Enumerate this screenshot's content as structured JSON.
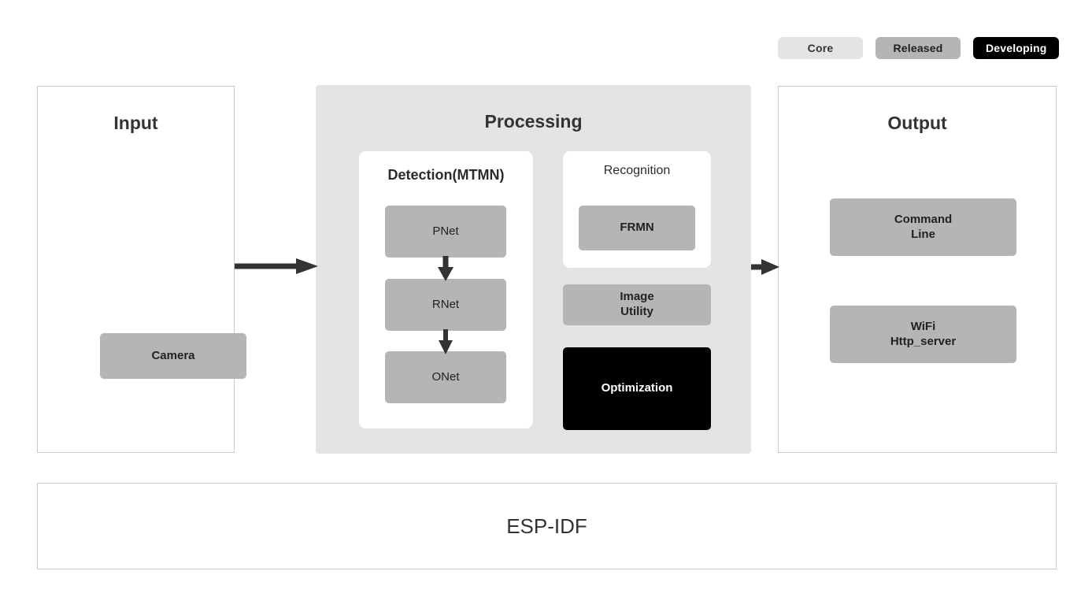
{
  "legend": {
    "items": [
      {
        "label": "Core",
        "status": "core",
        "color": "#e4e4e4"
      },
      {
        "label": "Released",
        "status": "released",
        "color": "#b5b5b5"
      },
      {
        "label": "Developing",
        "status": "developing",
        "color": "#000000"
      }
    ]
  },
  "panels": {
    "input": {
      "title": "Input",
      "blocks": [
        {
          "label": "Camera",
          "status": "released"
        }
      ]
    },
    "processing": {
      "title": "Processing",
      "detection": {
        "title": "Detection(MTMN)",
        "blocks": [
          {
            "label": "PNet",
            "status": "released"
          },
          {
            "label": "RNet",
            "status": "released"
          },
          {
            "label": "ONet",
            "status": "released"
          }
        ]
      },
      "recognition": {
        "title": "Recognition",
        "blocks": [
          {
            "label": "FRMN",
            "status": "released"
          }
        ]
      },
      "extras": [
        {
          "label_line1": "Image",
          "label_line2": "Utility",
          "status": "released"
        },
        {
          "label_line1": "Optimization",
          "label_line2": "",
          "status": "developing"
        }
      ]
    },
    "output": {
      "title": "Output",
      "blocks": [
        {
          "label_line1": "Command",
          "label_line2": "Line",
          "status": "released"
        },
        {
          "label_line1": "WiFi",
          "label_line2": "Http_server",
          "status": "released"
        }
      ]
    },
    "foundation": {
      "title": "ESP-IDF"
    }
  },
  "flow": {
    "arrows": [
      {
        "from": "input",
        "to": "processing",
        "direction": "right"
      },
      {
        "from": "processing",
        "to": "output",
        "direction": "right"
      },
      {
        "from": "pnet",
        "to": "rnet",
        "direction": "down"
      },
      {
        "from": "rnet",
        "to": "onet",
        "direction": "down"
      }
    ]
  },
  "colors": {
    "core": "#e4e4e4",
    "released": "#b5b5b5",
    "developing": "#000000",
    "panel_border": "#c9c9c9",
    "panel_fill": "#e4e4e4",
    "text_dark": "#333333",
    "arrow": "#333333"
  }
}
